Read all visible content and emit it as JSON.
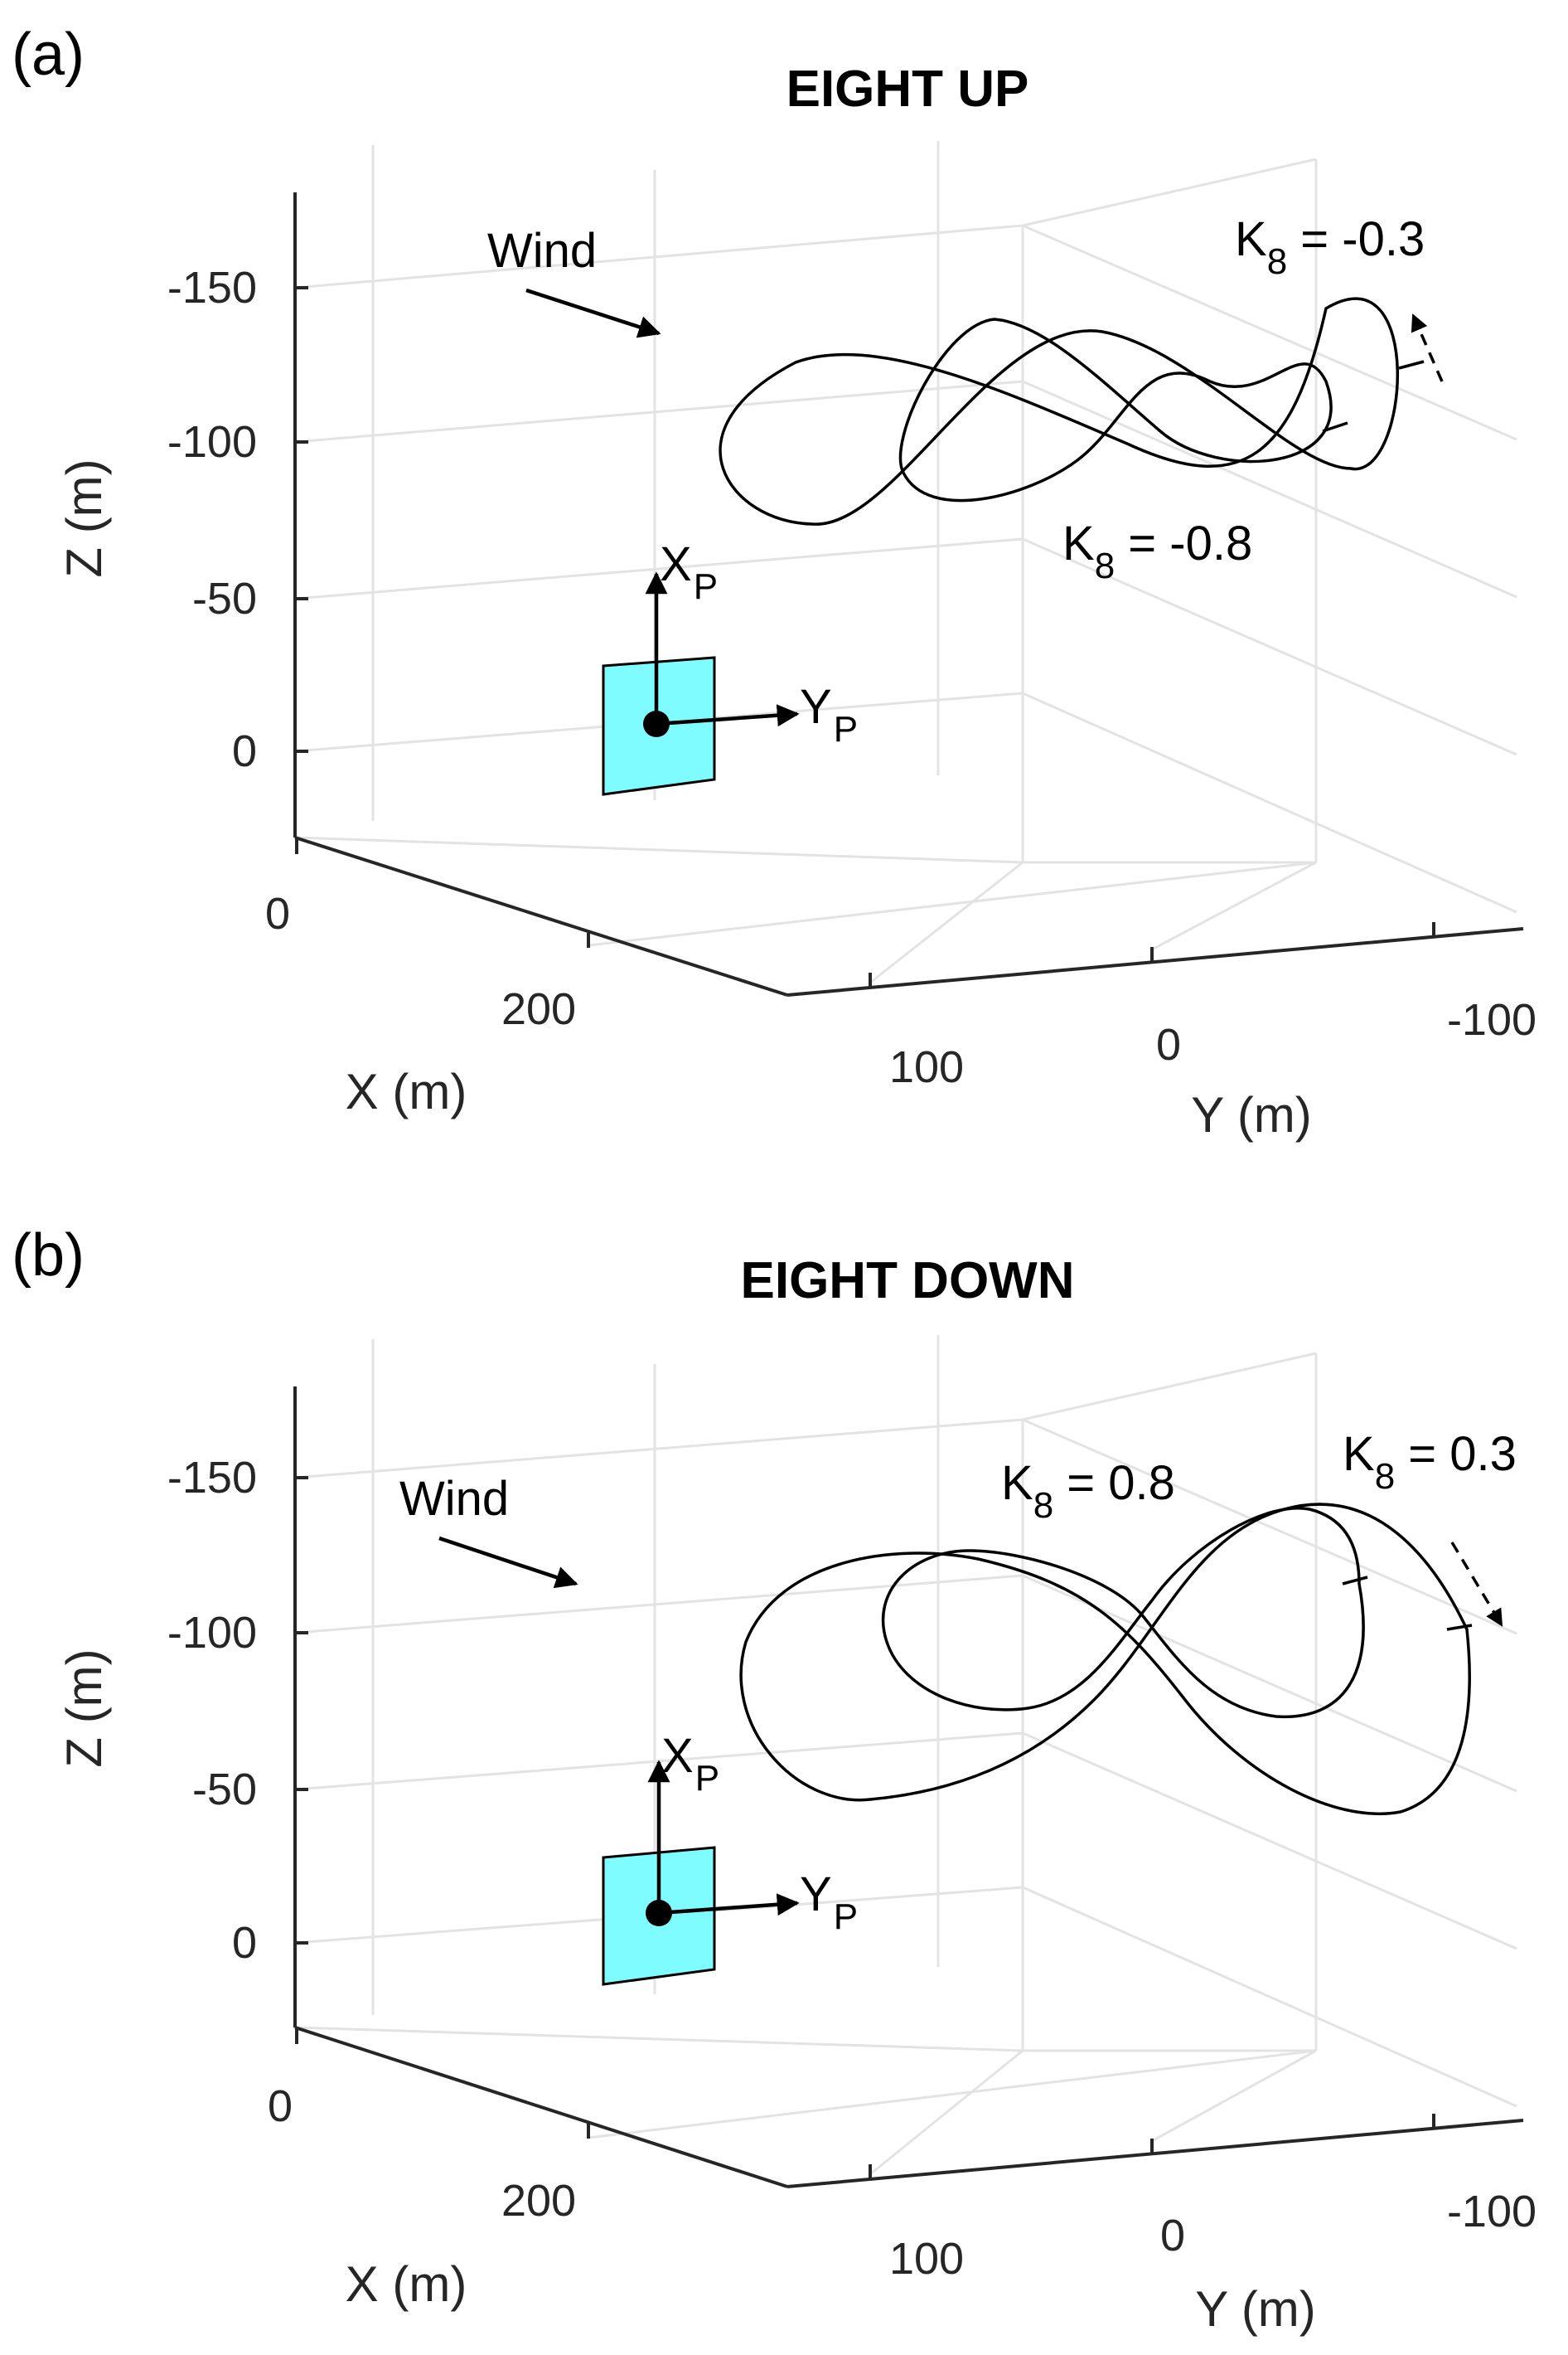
{
  "colors": {
    "ground_station": "#7ffcff",
    "trajectory": "#000000",
    "grid": "#e3e3e3",
    "axis": "#262626"
  },
  "chart_data": [
    {
      "type": "line3d",
      "panel_label": "(a)",
      "title": "EIGHT UP",
      "xlabel": "X (m)",
      "ylabel": "Y (m)",
      "zlabel": "Z (m)",
      "x_ticks": [
        "0",
        "200"
      ],
      "y_ticks": [
        "100",
        "0",
        "-100"
      ],
      "z_ticks": [
        "-150",
        "-100",
        "-50",
        "0"
      ],
      "zlim": [
        -180,
        25
      ],
      "z_direction": "reversed",
      "grid": true,
      "wind_label": "Wind",
      "frame_labels": {
        "x": "X",
        "y": "Y",
        "sub": "P"
      },
      "series": [
        {
          "k_main": "K",
          "k_sub": "8",
          "k_value": " = -0.3",
          "direction": "counterclockwise (upward arrow on outer loop)"
        },
        {
          "k_main": "K",
          "k_sub": "8",
          "k_value": " = -0.8"
        }
      ]
    },
    {
      "type": "line3d",
      "panel_label": "(b)",
      "title": "EIGHT DOWN",
      "xlabel": "X (m)",
      "ylabel": "Y (m)",
      "zlabel": "Z (m)",
      "x_ticks": [
        "0",
        "200"
      ],
      "y_ticks": [
        "100",
        "0",
        "-100"
      ],
      "z_ticks": [
        "-150",
        "-100",
        "-50",
        "0"
      ],
      "zlim": [
        -180,
        25
      ],
      "z_direction": "reversed",
      "grid": true,
      "wind_label": "Wind",
      "frame_labels": {
        "x": "X",
        "y": "Y",
        "sub": "P"
      },
      "series": [
        {
          "k_main": "K",
          "k_sub": "8",
          "k_value": " = 0.8"
        },
        {
          "k_main": "K",
          "k_sub": "8",
          "k_value": " = 0.3",
          "direction": "clockwise (downward arrow on outer loop)"
        }
      ]
    }
  ]
}
